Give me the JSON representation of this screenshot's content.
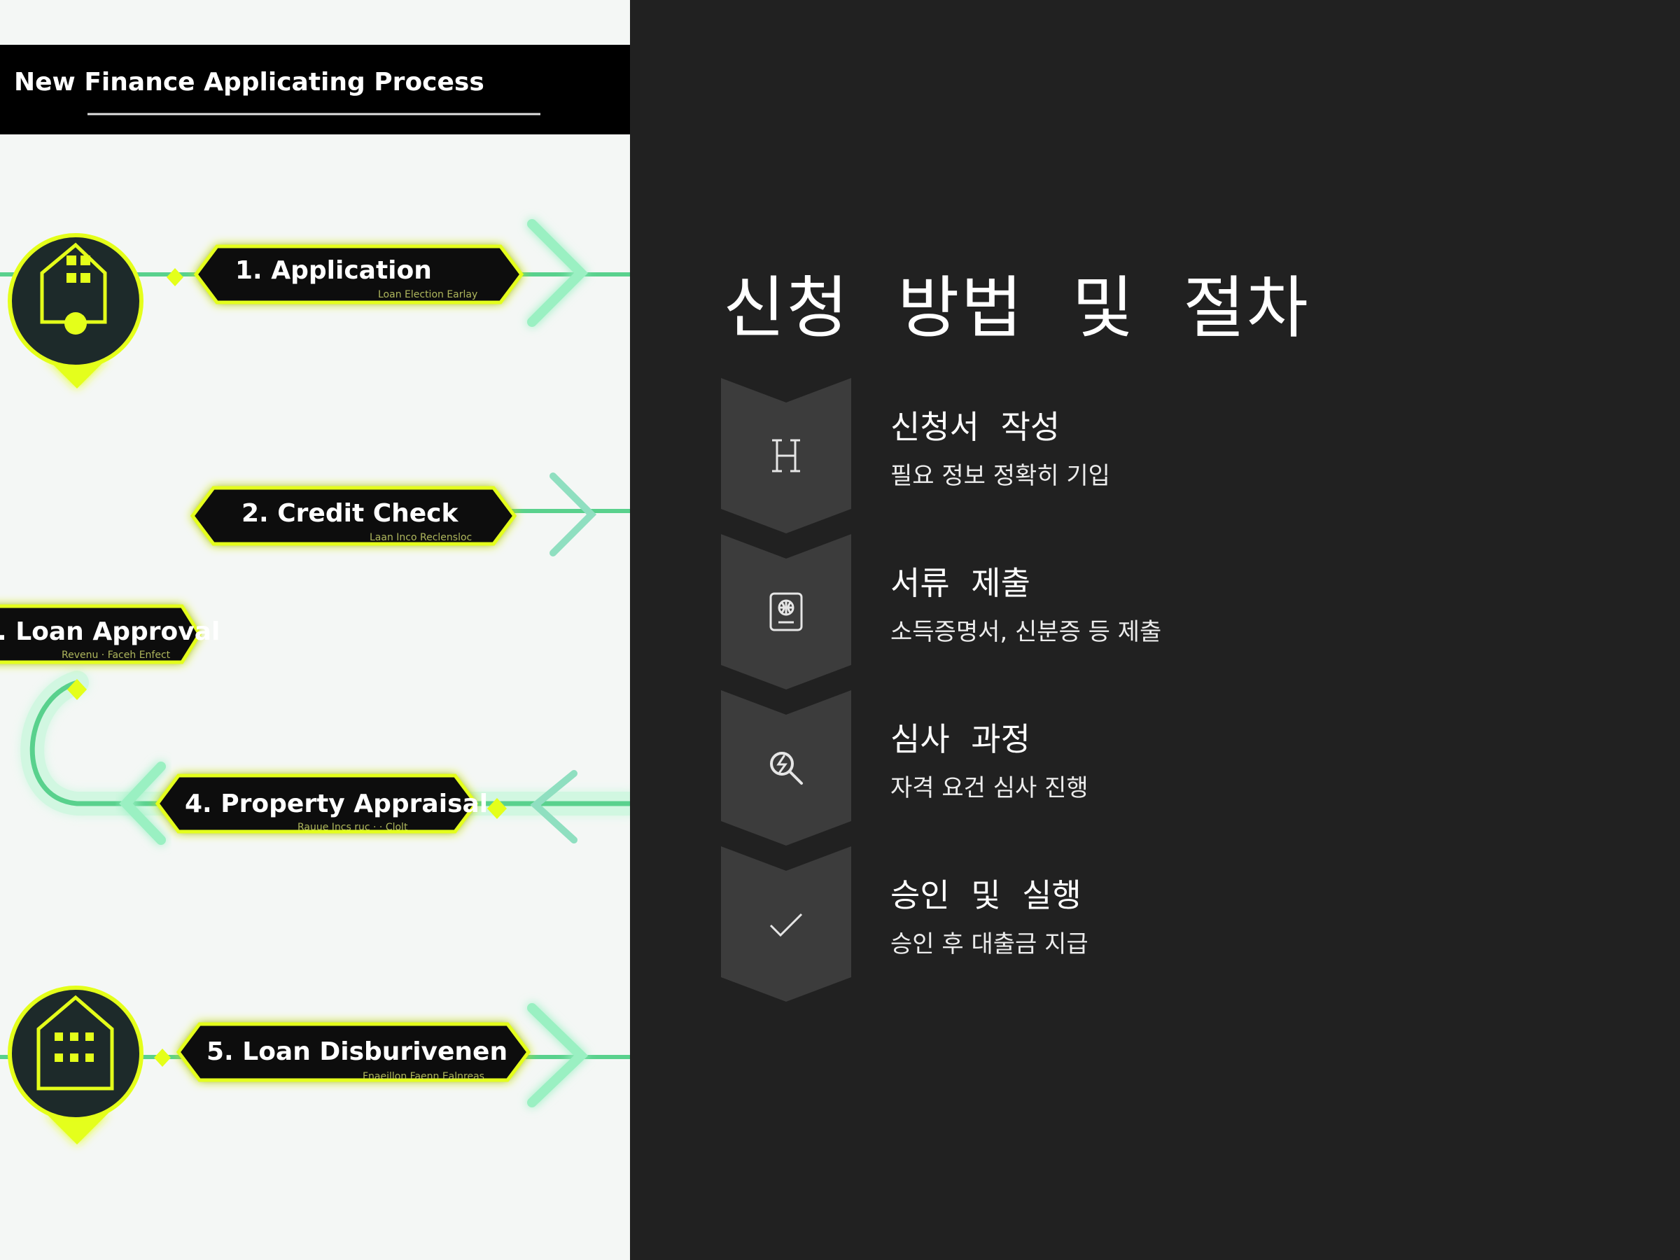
{
  "illustration": {
    "title": "New Finance Applicating Process",
    "stages": [
      {
        "label": "1. Application",
        "sub": "Loan Election Earlay"
      },
      {
        "label": "2. Credit Check",
        "sub": "Laan Inco Reclensloc"
      },
      {
        "label": ". Loan Approval",
        "sub": "Revenu · Faceh Enfect"
      },
      {
        "label": "4. Property Appraisal",
        "sub": "Rauue Incs ruc · · Clolt"
      },
      {
        "label": "5. Loan Disburivenen",
        "sub": "Fnaeillon Faenn Ealnreas"
      }
    ]
  },
  "slide": {
    "heading": "신청 방법 및 절차",
    "steps": [
      {
        "title": "신청서 작성",
        "desc": "필요 정보 정확히 기입",
        "icon": "letter-h-icon"
      },
      {
        "title": "서류 제출",
        "desc": "소득증명서, 신분증 등 제출",
        "icon": "passport-icon"
      },
      {
        "title": "심사 과정",
        "desc": "자격 요건 심사 진행",
        "icon": "search-bolt-icon"
      },
      {
        "title": "승인 및 실행",
        "desc": "승인 후 대출금 지급",
        "icon": "check-icon"
      }
    ],
    "colors": {
      "background": "#212121",
      "chevron": "#3c3c3c",
      "accent_neon": "#e4ff1a",
      "glow_green": "#7ef2b0",
      "title_bar": "#000000"
    }
  }
}
